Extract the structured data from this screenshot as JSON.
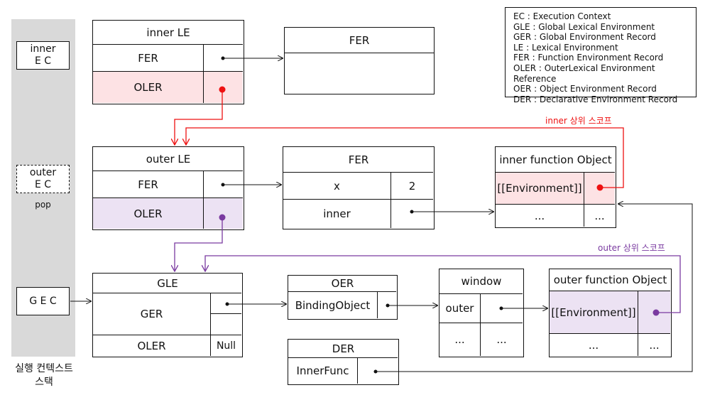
{
  "stack": {
    "caption_line1": "실행 컨텍스트",
    "caption_line2": "스택",
    "inner_ec": {
      "line1": "inner",
      "line2": "E C"
    },
    "outer_ec": {
      "line1": "outer",
      "line2": "E C"
    },
    "pop": "pop",
    "gec": "G E C"
  },
  "inner_le": {
    "title": "inner LE",
    "row1": "FER",
    "row2": "OLER"
  },
  "inner_fer": {
    "title": "FER"
  },
  "outer_le": {
    "title": "outer LE",
    "row1": "FER",
    "row2": "OLER"
  },
  "outer_fer": {
    "title": "FER",
    "row1_key": "x",
    "row1_val": "2",
    "row2_key": "inner"
  },
  "inner_fn": {
    "title": "inner function Object",
    "row1": "[[Environment]]",
    "row2_key": "...",
    "row2_val": "..."
  },
  "gle": {
    "title": "GLE",
    "row1": "GER",
    "row2": "OLER",
    "row2_val": "Null"
  },
  "oer": {
    "title": "OER",
    "row1": "BindingObject"
  },
  "der": {
    "title": "DER",
    "row1": "InnerFunc"
  },
  "window": {
    "title": "window",
    "row1": "outer",
    "row2_key": "...",
    "row2_val": "..."
  },
  "outer_fn": {
    "title": "outer function Object",
    "row1": "[[Environment]]",
    "row2_key": "...",
    "row2_val": "..."
  },
  "labels": {
    "inner_scope": "inner 상위 스코프",
    "outer_scope": "outer 상위 스코프"
  },
  "legend": [
    "EC : Execution Context",
    "GLE : Global Lexical Environment",
    "GER : Global Environment Record",
    "LE : Lexical Environment",
    "FER : Function Environment Record",
    "OLER : OuterLexical Environment Reference",
    "OER : Object Environment Record",
    "DER : Declarative Environment Record"
  ],
  "colors": {
    "red": "#ee1111",
    "purple": "#7a3aa0",
    "pink_fill": "#fde2e4",
    "lavender_fill": "#ece2f3",
    "stack_bg": "#d9d9d9"
  }
}
